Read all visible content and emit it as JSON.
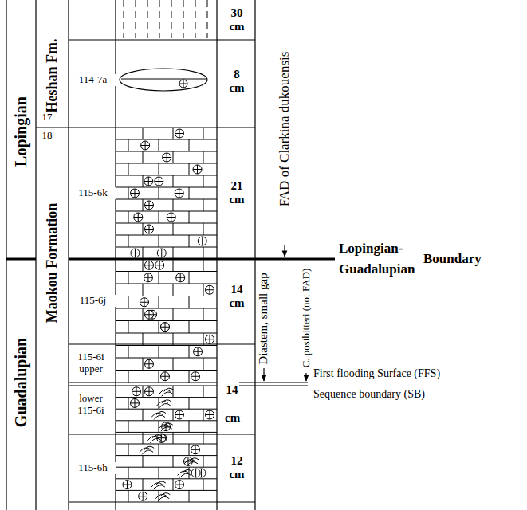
{
  "diagram": {
    "labels": [
      "Lopingian",
      "Guadalupian",
      "Heshan Fm.",
      "Maokou Formation",
      "17",
      "18",
      "114-7a",
      "115-6k",
      "115-6j",
      "115-6i upper",
      "lower 115-6i",
      "115-6h",
      "30 cm",
      "8 cm",
      "21 cm",
      "14 cm",
      "14 cm",
      "12 cm",
      "FAD of Clarkina dukouensis",
      "Lopingian-",
      "Guadalupian",
      "Boundary",
      "Diastem, small gap",
      "C. postbitteri (not FAD)",
      "First flooding Surface (FFS)",
      "Sequence boundary (SB)"
    ]
  }
}
